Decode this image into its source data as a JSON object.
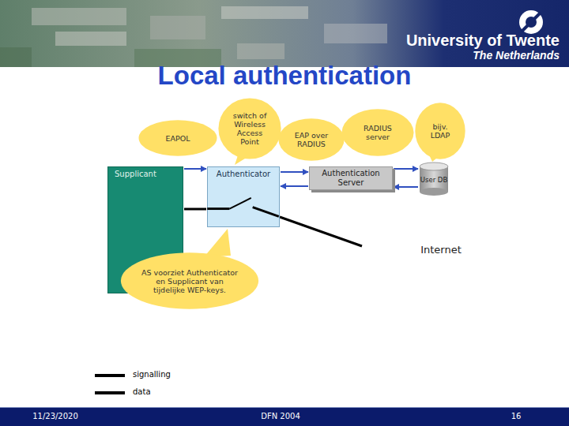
{
  "diagram": {
    "title": "Local authentication",
    "nodes": [
      {
        "text": [
          "EAPOL"
        ]
      },
      {
        "text": [
          "switch of Wireless Access Point"
        ]
      },
      {
        "text": [
          "EAP over RADIUS"
        ]
      },
      {
        "text": [
          "RADIUS server"
        ]
      },
      {
        "text": [
          "bijv. LDAP"
        ]
      },
      {
        "text": [
          "Supplicant"
        ]
      },
      {
        "text": [
          "Authenticator"
        ]
      },
      {
        "text": [
          "Authentication Server"
        ]
      },
      {
        "text": [
          "User DB"
        ]
      },
      {
        "text": [
          "Internet"
        ]
      },
      {
        "text": [
          "AS voorziet Authenticator en Supplicant van tijdelijke WEP-keys."
        ]
      }
    ],
    "edges": [
      {
        "from": 5,
        "to": 6,
        "arrow": "to"
      },
      {
        "from": 6,
        "to": 7,
        "arrow": "to"
      },
      {
        "from": 7,
        "to": 6,
        "arrow": "to"
      },
      {
        "from": 7,
        "to": 8,
        "arrow": "to"
      },
      {
        "from": 8,
        "to": 7,
        "arrow": "to"
      },
      {
        "from": 5,
        "to": 6,
        "arrow": "none"
      },
      {
        "from": 6,
        "to": 9,
        "arrow": "none"
      }
    ],
    "labels": [
      "University of Twente",
      "The Netherlands",
      "11/23/2020",
      "DFN 2004",
      "16"
    ],
    "legend": [
      {
        "text": "signalling"
      },
      {
        "text": "data"
      }
    ]
  }
}
